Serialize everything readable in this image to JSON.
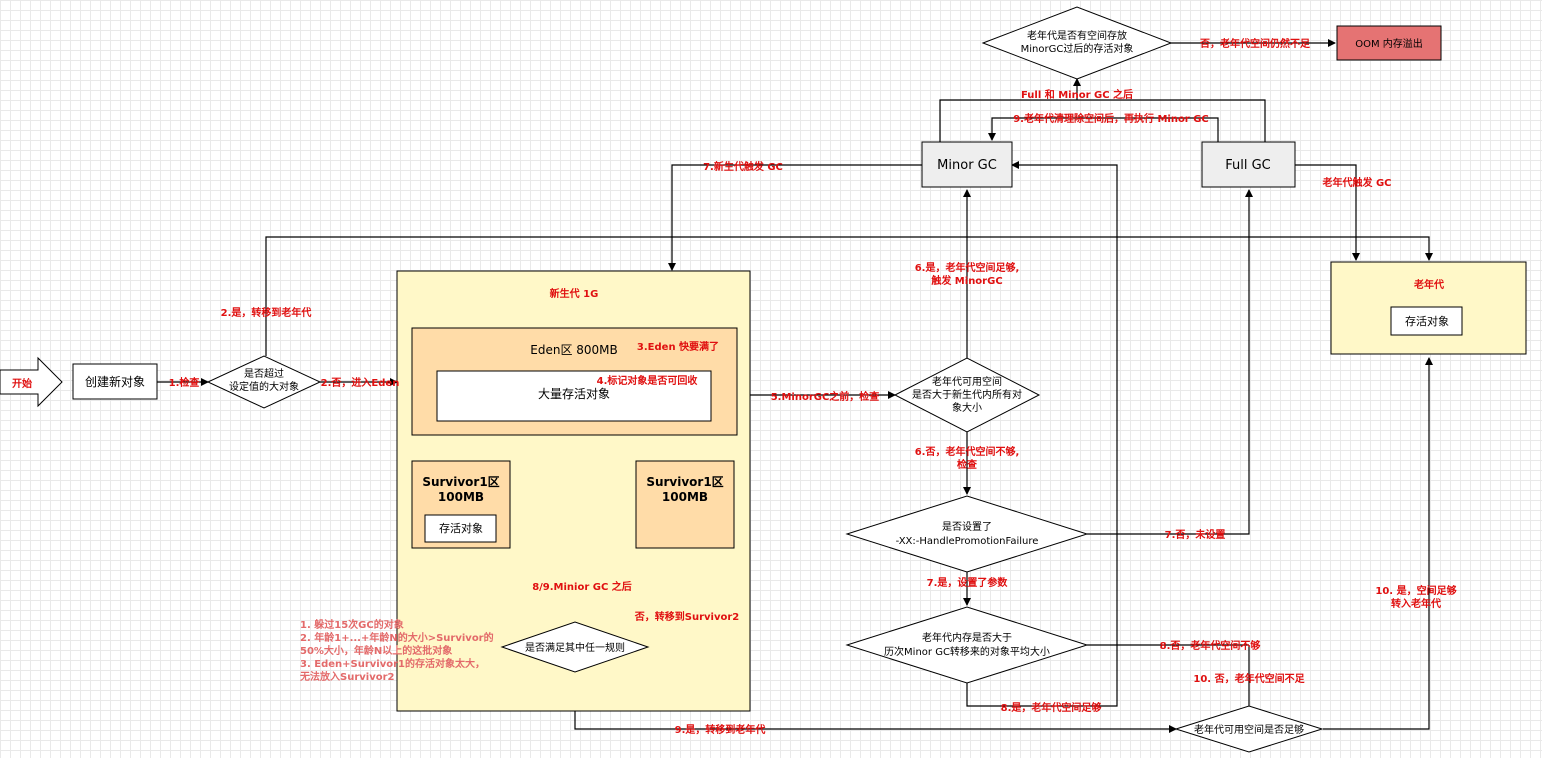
{
  "nodes": {
    "start": "开始",
    "create": "创建新对象",
    "big_obj_q": [
      "是否超过",
      "设定值的大对象"
    ],
    "young": "新生代 1G",
    "eden": "Eden区 800MB",
    "eden_objs": "大量存活对象",
    "surv1": [
      "Survivor1区",
      "100MB"
    ],
    "surv1_objs": "存活对象",
    "surv2": [
      "Survivor1区",
      "100MB"
    ],
    "rule_q": "是否满足其中任一规则",
    "old_space_q": [
      "老年代可用空间",
      "是否大于新生代内所有对",
      "象大小"
    ],
    "handle_q": [
      "是否设置了",
      "-XX:-HandlePromotionFailure"
    ],
    "avg_q": [
      "老年代内存是否大于",
      "历次Minor GC转移来的对象平均大小"
    ],
    "old_enough_q": "老年代可用空间是否足够",
    "minor_gc": "Minor GC",
    "full_gc": "Full GC",
    "old_gen": "老年代",
    "old_objs": "存活对象",
    "top_q": [
      "老年代是否有空间存放",
      "MinorGC过后的存活对象"
    ],
    "oom": "OOM 内存溢出"
  },
  "labels": {
    "l1": "1.检查",
    "l2a": "2.是，转移到老年代",
    "l2b": "2.否，进入Eden",
    "l3": "3.Eden 快要满了",
    "l4": "4.标记对象是否可回收",
    "l5": "5.MinorGC之前，检查",
    "l6a": [
      "6.是，老年代空间足够,",
      "触发 MinorGC"
    ],
    "l6b": [
      "6.否，老年代空间不够,",
      "检查"
    ],
    "l7a": "7.新生代触发 GC",
    "l7b": "7.否，未设置",
    "l7c": "7.是，设置了参数",
    "l8a": "8.否，老年代空间不够",
    "l8b": "8.是，老年代空间足够",
    "l9a": "8/9.Minior GC 之后",
    "l9b": "9.是，转移到老年代",
    "l9c": "9.老年代清理除空间后，再执行 Minor GC",
    "l10a": "10. 否，老年代空间不足",
    "l10b": [
      "10. 是，空间足够",
      "转入老年代"
    ],
    "full_minor": "Full 和 Minor GC 之后",
    "old_trigger": "老年代触发 GC",
    "no_old": "否，老年代空间仍然不足",
    "no_surv2": "否，转移到Survivor2",
    "rules": [
      "1. 躲过15次GC的对象",
      "2. 年龄1+...+年龄N的大小>Survivor的",
      "50%大小，年龄N以上的这批对象",
      "3. Eden+Survivor1的存活对象太大，",
      "无法放入Survivor2"
    ]
  }
}
